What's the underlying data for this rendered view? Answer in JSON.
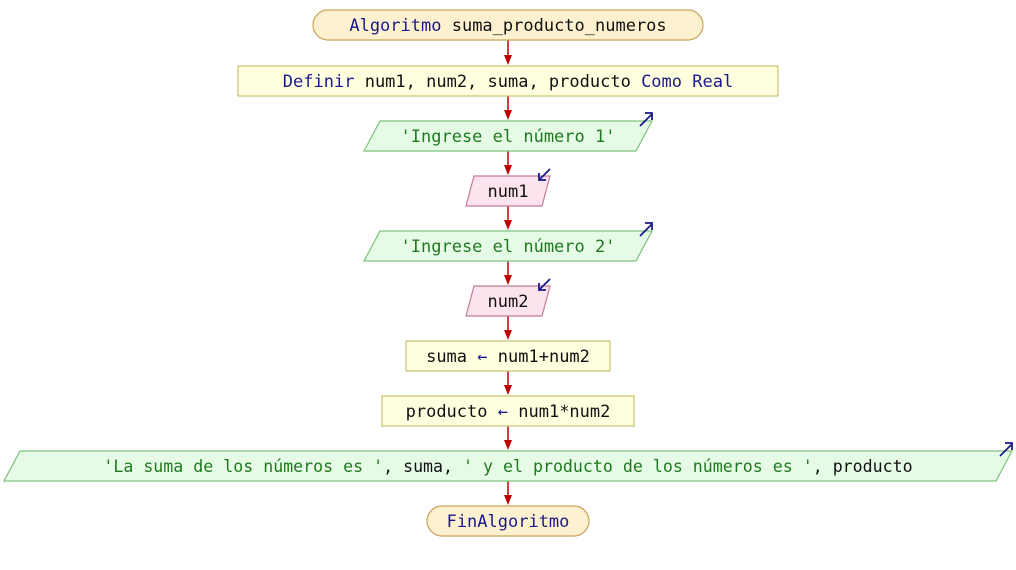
{
  "diagram": {
    "start": {
      "keyword": "Algoritmo",
      "name": "suma_producto_numeros"
    },
    "define": {
      "keyword": "Definir",
      "vars": "num1, num2, suma, producto",
      "type_keyword": "Como Real"
    },
    "output1": {
      "text": "'Ingrese el número 1'"
    },
    "input1": {
      "text": "num1"
    },
    "output2": {
      "text": "'Ingrese el número 2'"
    },
    "input2": {
      "text": "num2"
    },
    "assign1": {
      "target": "suma",
      "arrow": "←",
      "expr": "num1+num2"
    },
    "assign2": {
      "target": "producto",
      "arrow": "←",
      "expr": "num1*num2"
    },
    "output3": {
      "part1": "'La suma de los números es '",
      "sep1": ", ",
      "var1": "suma",
      "sep2": ", ",
      "part2": "' y el producto de los números es '",
      "sep3": ", ",
      "var2": "producto"
    },
    "end": {
      "keyword": "FinAlgoritmo"
    }
  },
  "colors": {
    "terminal_fill": "#fdf1cf",
    "terminal_stroke": "#c9a25a",
    "process_fill": "#ffffe0",
    "process_stroke": "#c8c070",
    "output_fill": "#e6fbe6",
    "output_stroke": "#7cc27c",
    "input_fill": "#fde3ee",
    "input_stroke": "#c77a9a",
    "arrow": "#c00000",
    "io_arrow": "#1a1a8c"
  }
}
